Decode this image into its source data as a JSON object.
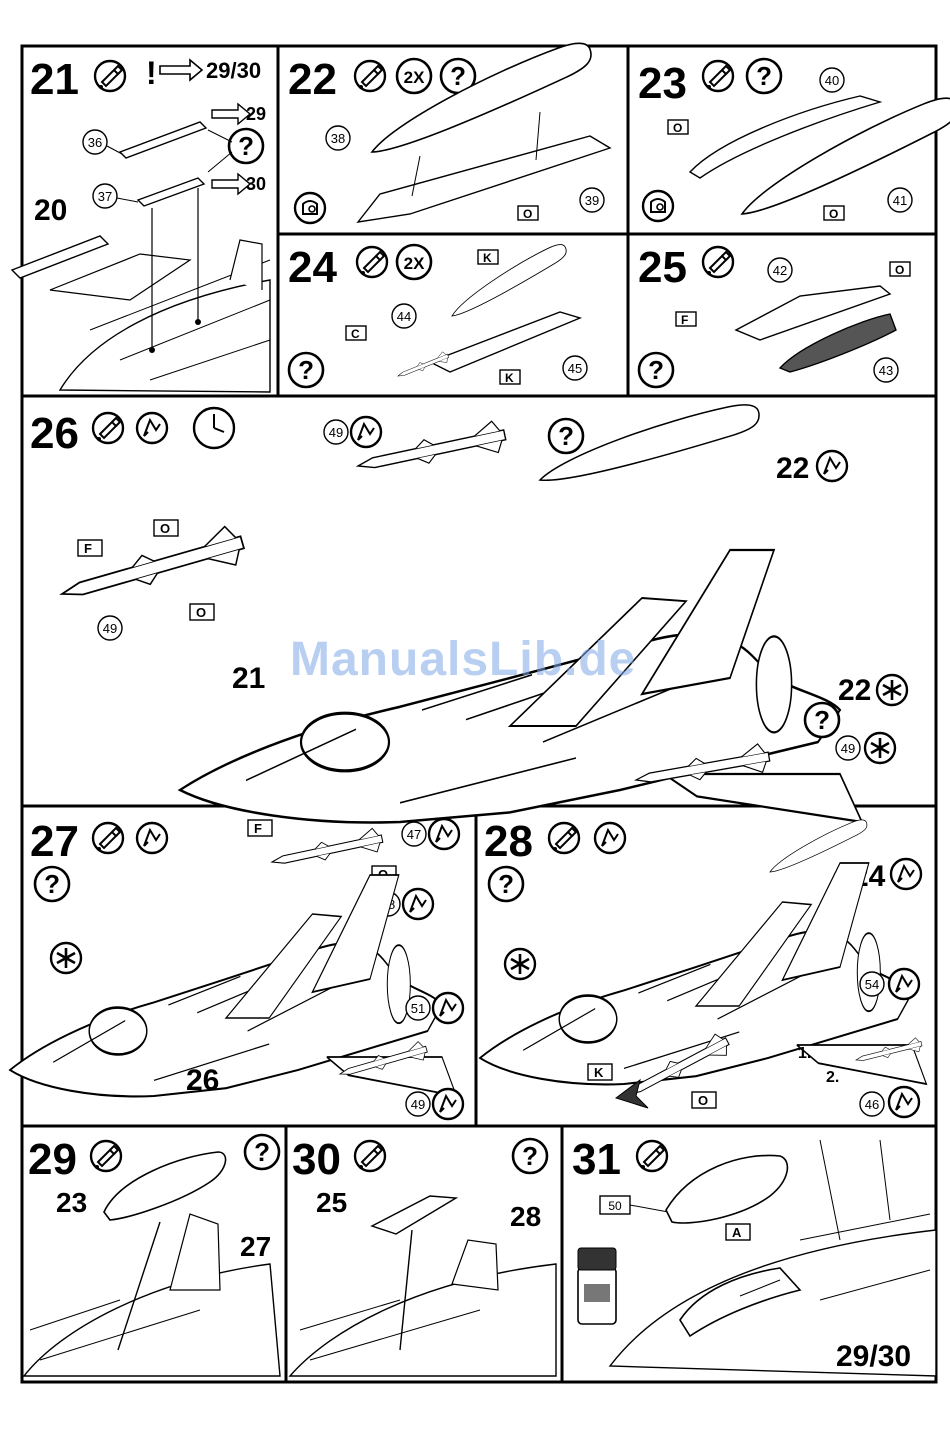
{
  "steps": [
    {
      "num": "21",
      "ref": "29/30",
      "parts": [
        "36",
        "37",
        "20"
      ],
      "arrows": [
        "29",
        "30"
      ]
    },
    {
      "num": "22",
      "qty": "2X",
      "parts": [
        "38",
        "39"
      ],
      "tag": "O"
    },
    {
      "num": "23",
      "parts": [
        "40",
        "41"
      ],
      "tags": [
        "O",
        "O"
      ]
    },
    {
      "num": "24",
      "qty": "2X",
      "parts": [
        "44",
        "45"
      ],
      "tags": [
        "K",
        "C",
        "K"
      ]
    },
    {
      "num": "25",
      "parts": [
        "42",
        "43"
      ],
      "tags": [
        "F",
        "O"
      ]
    },
    {
      "num": "26",
      "parts": [
        "49",
        "22",
        "21",
        "22",
        "49",
        "49"
      ],
      "tags": [
        "F",
        "O",
        "O"
      ]
    },
    {
      "num": "27",
      "parts": [
        "47",
        "48",
        "51",
        "49",
        "26"
      ],
      "tags": [
        "F",
        "O"
      ]
    },
    {
      "num": "28",
      "parts": [
        "24",
        "54",
        "46"
      ],
      "tags": [
        "K",
        "O"
      ],
      "order": [
        "1.",
        "2."
      ]
    },
    {
      "num": "29",
      "parts": [
        "23",
        "27"
      ]
    },
    {
      "num": "30",
      "parts": [
        "25",
        "28"
      ]
    },
    {
      "num": "31",
      "parts": [
        "50",
        "29/30"
      ],
      "tag": "A"
    }
  ],
  "watermark": "ManualsLib.de",
  "icons": {
    "glue": "glue-icon",
    "paint": "paint-icon",
    "help": "question-icon",
    "star": "asterisk-icon",
    "clock": "clock-icon",
    "opt": "option-icon"
  }
}
